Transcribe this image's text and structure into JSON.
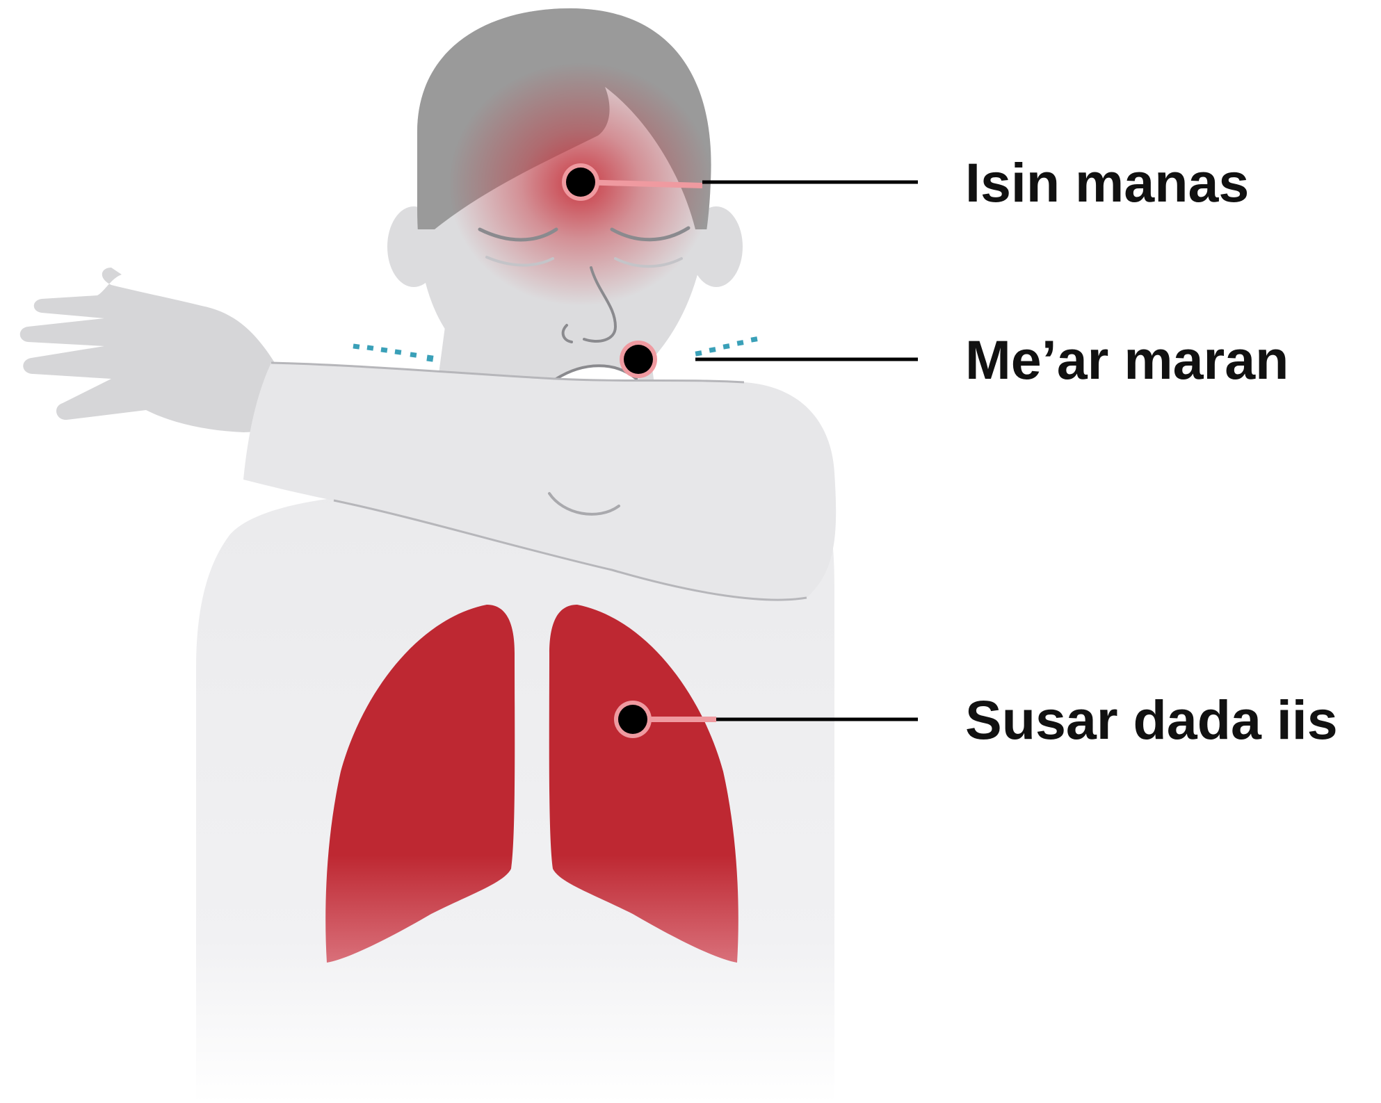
{
  "symptoms": [
    {
      "label": "Isin manas"
    },
    {
      "label": "Me’ar maran"
    },
    {
      "label": "Susar dada iis"
    }
  ],
  "colors": {
    "skin": "#dcdcde",
    "body": "#ebebed",
    "hair": "#9a9a9a",
    "lung": "#be2832",
    "pain_glow": "#c8323c",
    "droplets": "#3aa0b8",
    "marker": "#000000",
    "leader_line": "#000000"
  }
}
